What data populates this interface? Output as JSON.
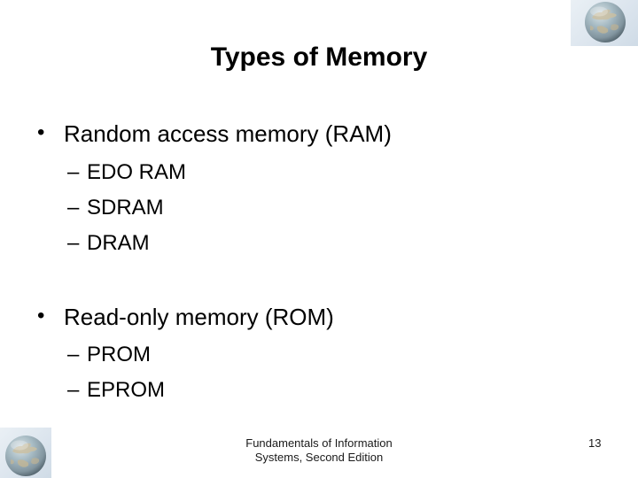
{
  "slide": {
    "title": "Types of Memory",
    "bullet_char": "•",
    "dash_char": "–",
    "bullets": [
      {
        "label": "Random access memory (RAM)",
        "sub": [
          "EDO RAM",
          "SDRAM",
          "DRAM"
        ]
      },
      {
        "label": "Read-only memory (ROM)",
        "sub": [
          "PROM",
          "EPROM"
        ]
      }
    ],
    "footer": {
      "line1": "Fundamentals of Information",
      "line2": "Systems, Second Edition",
      "page_number": "13"
    },
    "colors": {
      "text": "#000000",
      "background": "#ffffff",
      "globe_tile": "#dce5ee",
      "globe_sea": "#9fb4bd",
      "globe_land": "#c9bda0",
      "globe_shadow": "#4e5f6a"
    }
  }
}
